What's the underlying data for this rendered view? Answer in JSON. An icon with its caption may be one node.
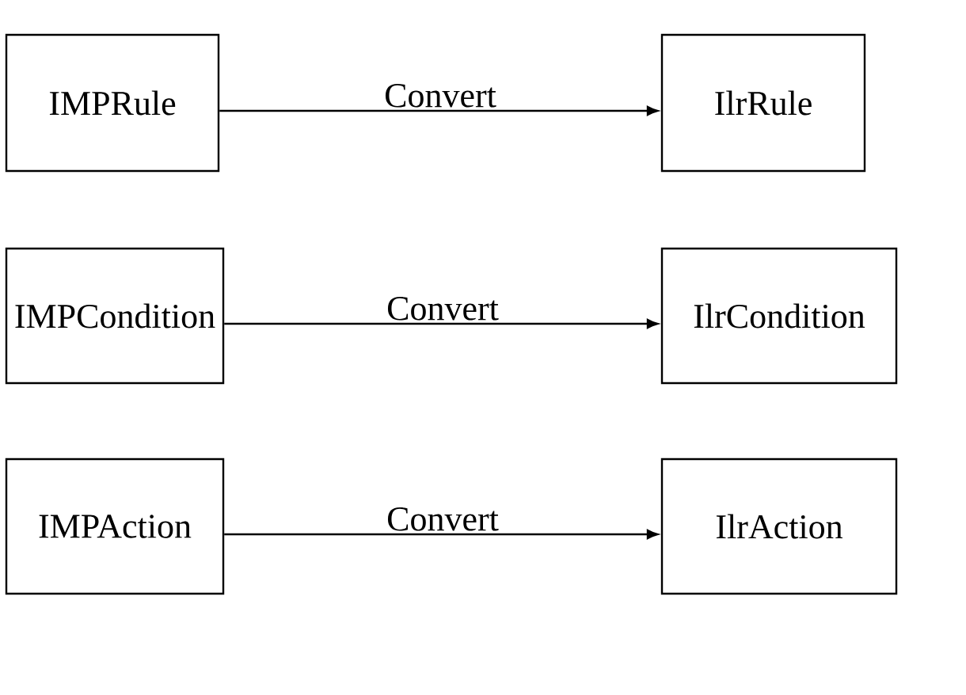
{
  "diagram": {
    "nodes": [
      {
        "text": [
          "IMPRule"
        ]
      },
      {
        "text": [
          "IlrRule"
        ]
      },
      {
        "text": [
          "IMPCondition"
        ]
      },
      {
        "text": [
          "IlrCondition"
        ]
      },
      {
        "text": [
          "IMPAction"
        ]
      },
      {
        "text": [
          "IlrAction"
        ]
      }
    ],
    "edges": [
      {
        "from": 0,
        "to": 1,
        "arrow": "to",
        "label": "Convert"
      },
      {
        "from": 2,
        "to": 3,
        "arrow": "to",
        "label": "Convert"
      },
      {
        "from": 4,
        "to": 5,
        "arrow": "to",
        "label": "Convert"
      }
    ]
  }
}
